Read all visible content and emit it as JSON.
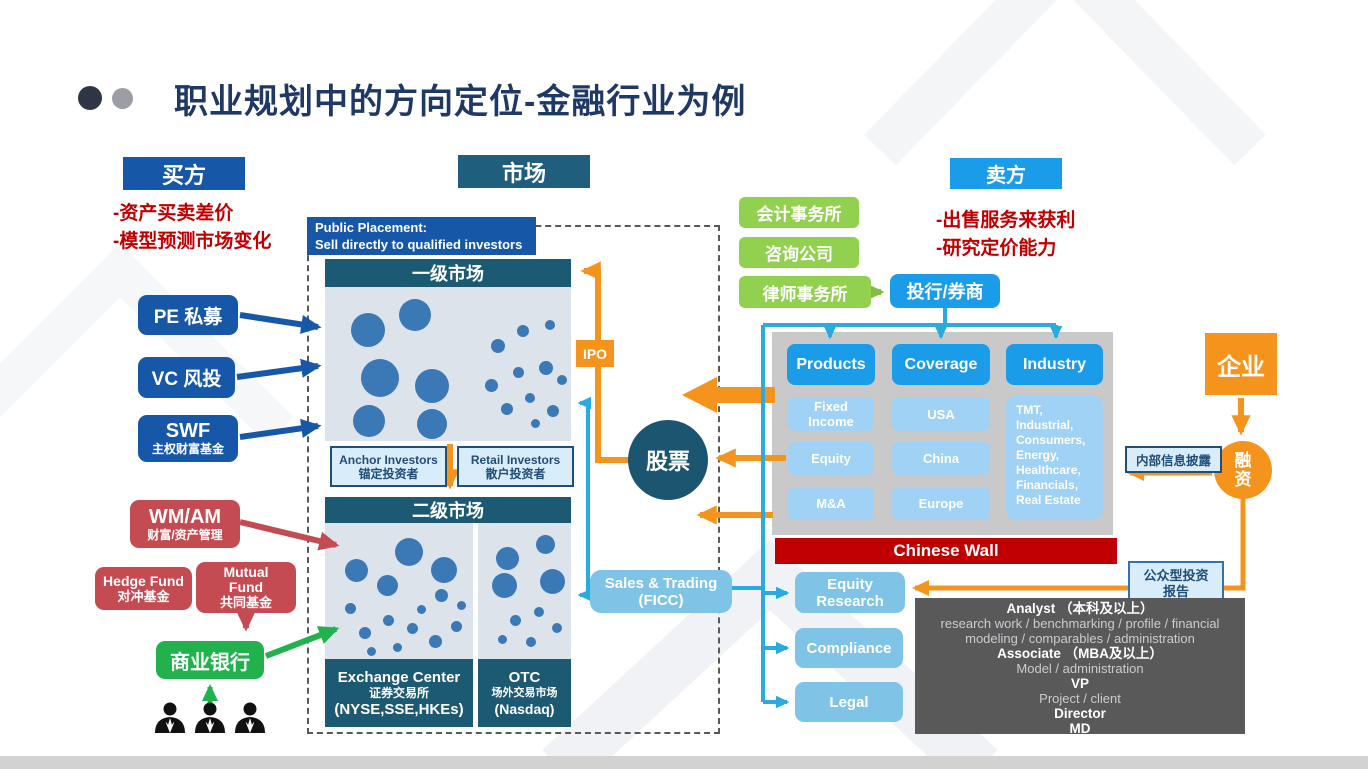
{
  "title": "职业规划中的方向定位-金融行业为例",
  "buy_side": {
    "header": "买方",
    "point1": "-资产买卖差价",
    "point2": "-模型预测市场变化",
    "pe": "PE 私募",
    "vc": "VC 风投",
    "swf": "SWF",
    "swf_sub": "主权财富基金",
    "wm": "WM/AM",
    "wm_sub": "财富/资产管理",
    "hedge": "Hedge Fund",
    "hedge_sub": "对冲基金",
    "mutual": "Mutual Fund",
    "mutual_sub": "共同基金",
    "bank": "商业银行"
  },
  "market": {
    "header": "市场",
    "public_placement_line1": "Public Placement:",
    "public_placement_line2": "Sell directly to qualified investors",
    "primary": {
      "title": "一级市场",
      "anchor_en": "Anchor Investors",
      "anchor_zh": "锚定投资者",
      "retail_en": "Retail Investors",
      "retail_zh": "散户投资者"
    },
    "secondary": {
      "title": "二级市场",
      "exchange_en": "Exchange Center",
      "exchange_zh": "证券交易所",
      "exchange_codes": "(NYSE,SSE,HKEs)",
      "otc_en": "OTC",
      "otc_zh": "场外交易市场",
      "otc_codes": "(Nasdaq)"
    }
  },
  "flows": {
    "ipo": "IPO",
    "stock": "股票",
    "sales_trading_line1": "Sales & Trading",
    "sales_trading_line2": "(FICC)"
  },
  "sell_side": {
    "header": "卖方",
    "point1": "-出售服务来获利",
    "point2": "-研究定价能力",
    "accounting": "会计事务所",
    "consulting": "咨询公司",
    "law": "律师事务所",
    "ib": "投行/券商"
  },
  "bank_org": {
    "products": "Products",
    "coverage": "Coverage",
    "industry": "Industry",
    "fixed_income": "Fixed Income",
    "equity": "Equity",
    "ma": "M&A",
    "usa": "USA",
    "china": "China",
    "europe": "Europe",
    "industries": "TMT,\nIndustrial,\nConsumers,\nEnergy,\nHealthcare,\nFinancials,\nReal Estate",
    "chinese_wall": "Chinese Wall",
    "equity_research": "Equity Research",
    "compliance": "Compliance",
    "legal": "Legal"
  },
  "corporate": {
    "company": "企业",
    "financing": "融资",
    "internal_disclosure": "内部信息披露",
    "public_report": "公众型投资报告"
  },
  "career": {
    "lines": [
      {
        "text": "Analyst （本科及以上）"
      },
      {
        "text": "research work / benchmarking / profile / financial"
      },
      {
        "text": "modeling / comparables / administration"
      },
      {
        "text": "Associate （MBA及以上）"
      },
      {
        "text": "Model / administration"
      },
      {
        "text": "VP"
      },
      {
        "text": "Project / client"
      },
      {
        "text": "Director"
      },
      {
        "text": "MD"
      }
    ]
  },
  "colors": {
    "navy_blue": "#1658a7",
    "teal": "#1c5a74",
    "bright_blue": "#1b9ce8",
    "pale_blue": "#9fd2f4",
    "light_blue": "#7fc4e6",
    "green": "#92d050",
    "bright_green": "#21b24e",
    "red_text": "#c00000",
    "red_box": "#c54b52",
    "orange": "#f5941d",
    "cyan_line": "#29abe2",
    "gray_panel": "#c9c9c9",
    "dark_gray": "#595959"
  }
}
